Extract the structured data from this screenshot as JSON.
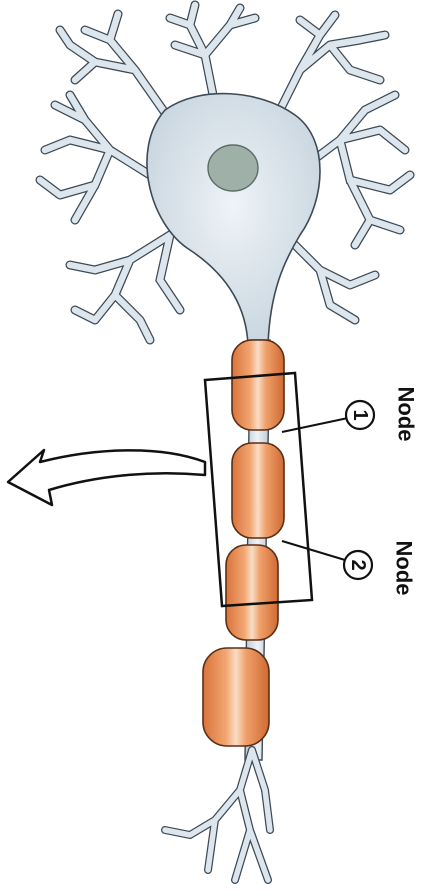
{
  "labels": {
    "node_word": "Node",
    "node1_number": "1",
    "node2_number": "2"
  },
  "colors": {
    "soma_fill": "#d8e3ec",
    "soma_stroke": "#3d4a55",
    "nucleus_fill": "#9fb0a8",
    "myelin_fill": "#e8894e",
    "myelin_highlight": "#f6d2b3",
    "myelin_stroke": "#5b2e16",
    "axon_fill": "#cfdbe4",
    "line": "#111111"
  }
}
